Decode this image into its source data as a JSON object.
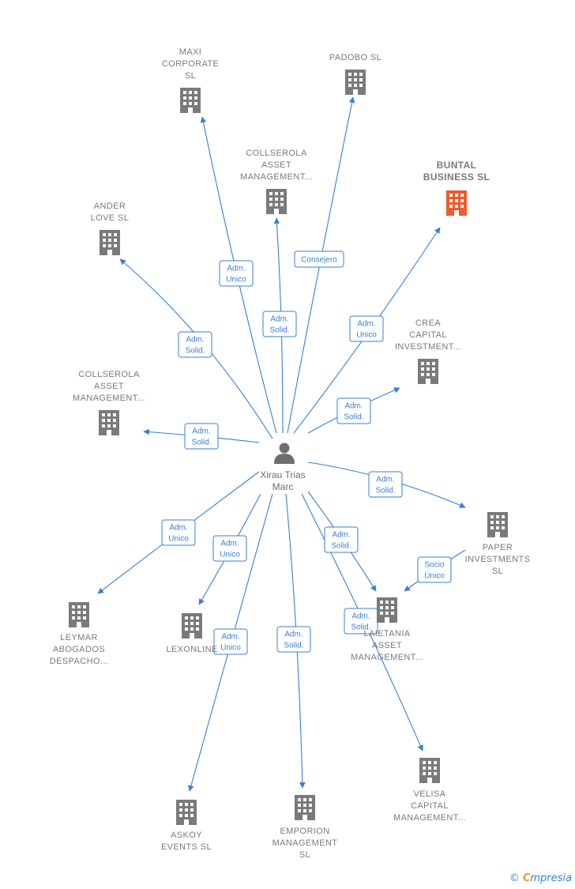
{
  "person": {
    "label_lines": [
      "Xirau Trias",
      "Marc"
    ]
  },
  "colors": {
    "edge": "#3a7fd5",
    "building": "#7a7a7a",
    "building_highlight": "#f05a2a"
  },
  "nodes": [
    {
      "id": "maxi",
      "label_lines": [
        "MAXI",
        "CORPORATE",
        "SL"
      ],
      "highlight": false
    },
    {
      "id": "padobo",
      "label_lines": [
        "PADOBO SL"
      ],
      "highlight": false
    },
    {
      "id": "collserola1",
      "label_lines": [
        "COLLSEROLA",
        "ASSET",
        "MANAGEMENT..."
      ],
      "highlight": false
    },
    {
      "id": "buntal",
      "label_lines": [
        "BUNTAL",
        "BUSINESS SL"
      ],
      "highlight": true
    },
    {
      "id": "ander",
      "label_lines": [
        "ANDER",
        "LOVE SL"
      ],
      "highlight": false
    },
    {
      "id": "crea",
      "label_lines": [
        "CREA",
        "CAPITAL",
        "INVESTMENT..."
      ],
      "highlight": false
    },
    {
      "id": "collserola2",
      "label_lines": [
        "COLLSEROLA",
        "ASSET",
        "MANAGEMENT..."
      ],
      "highlight": false
    },
    {
      "id": "paper",
      "label_lines": [
        "PAPER",
        "INVESTMENTS",
        "SL"
      ],
      "highlight": false
    },
    {
      "id": "laietania",
      "label_lines": [
        "LAIETANIA",
        "ASSET",
        "MANAGEMENT..."
      ],
      "highlight": false
    },
    {
      "id": "leymar",
      "label_lines": [
        "LEYMAR",
        "ABOGADOS",
        "DESPACHO..."
      ],
      "highlight": false
    },
    {
      "id": "lexonline",
      "label_lines": [
        "LEXONLINE"
      ],
      "highlight": false
    },
    {
      "id": "velisa",
      "label_lines": [
        "VELISA",
        "CAPITAL",
        "MANAGEMENT..."
      ],
      "highlight": false
    },
    {
      "id": "askoy",
      "label_lines": [
        "ASKOY",
        "EVENTS SL"
      ],
      "highlight": false
    },
    {
      "id": "emporion",
      "label_lines": [
        "EMPORION",
        "MANAGEMENT",
        "SL"
      ],
      "highlight": false
    }
  ],
  "edges": [
    {
      "from": "person",
      "to": "maxi",
      "label_lines": [
        "Adm.",
        "Unico"
      ]
    },
    {
      "from": "person",
      "to": "padobo",
      "label_lines": [
        "Consejero"
      ]
    },
    {
      "from": "person",
      "to": "collserola1",
      "label_lines": [
        "Adm.",
        "Solid."
      ]
    },
    {
      "from": "person",
      "to": "buntal",
      "label_lines": [
        "Adm.",
        "Unico"
      ]
    },
    {
      "from": "person",
      "to": "ander",
      "label_lines": [
        "Adm.",
        "Solid."
      ]
    },
    {
      "from": "person",
      "to": "crea",
      "label_lines": [
        "Adm.",
        "Solid."
      ]
    },
    {
      "from": "person",
      "to": "collserola2",
      "label_lines": [
        "Adm.",
        "Solid."
      ]
    },
    {
      "from": "person",
      "to": "paper",
      "label_lines": [
        "Adm.",
        "Solid."
      ]
    },
    {
      "from": "person",
      "to": "laietania",
      "label_lines": [
        "Adm.",
        "Solid."
      ]
    },
    {
      "from": "paper",
      "to": "laietania",
      "label_lines": [
        "Socio",
        "Único"
      ]
    },
    {
      "from": "person",
      "to": "leymar",
      "label_lines": [
        "Adm.",
        "Unico"
      ]
    },
    {
      "from": "person",
      "to": "lexonline",
      "label_lines": [
        "Adm.",
        "Unico"
      ]
    },
    {
      "from": "person",
      "to": "velisa",
      "label_lines": [
        "Adm.",
        "Solid."
      ]
    },
    {
      "from": "person",
      "to": "askoy",
      "label_lines": [
        "Adm.",
        "Unico"
      ]
    },
    {
      "from": "person",
      "to": "emporion",
      "label_lines": [
        "Adm.",
        "Solid."
      ]
    }
  ],
  "footer": {
    "copyright": "©",
    "brand_first": "C",
    "brand_rest": "mpresia"
  }
}
